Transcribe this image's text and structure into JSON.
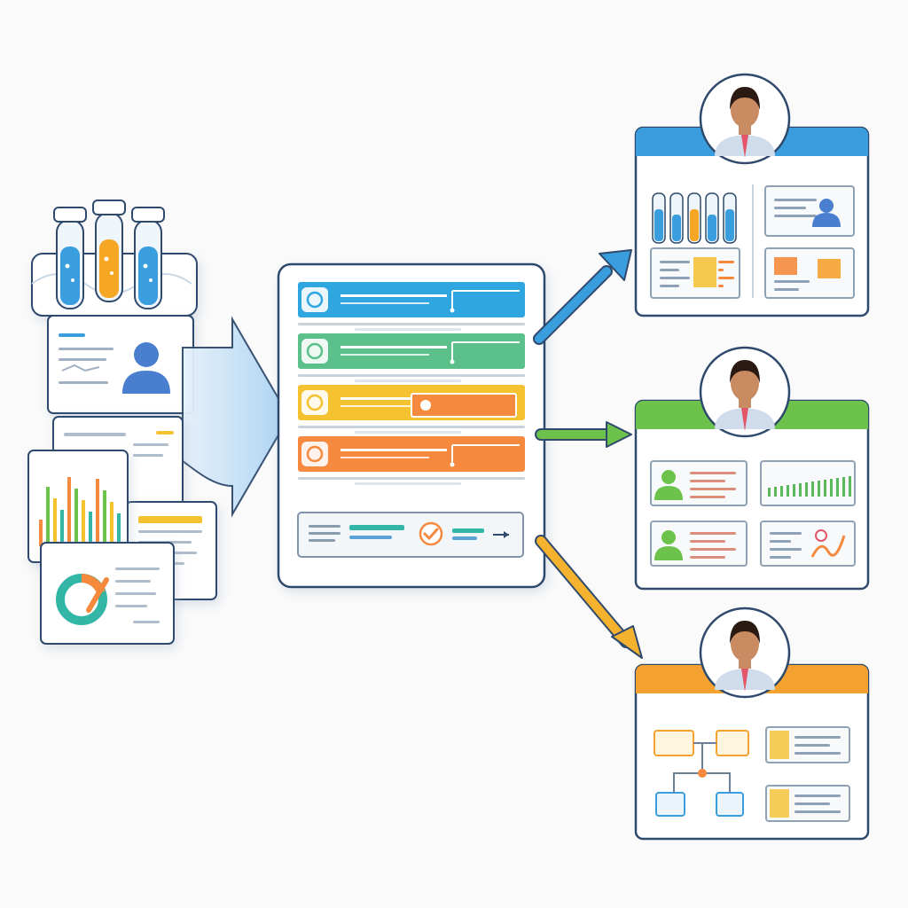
{
  "colors": {
    "background": "#fafafa",
    "blue": "#3a9ede",
    "green": "#6cc24a",
    "yellow": "#f4c12f",
    "orange": "#f5893d",
    "teal": "#33b6a6",
    "outline": "#2f4a6d",
    "panel_fill": "#ffffff",
    "light_blue": "#d9ebf8",
    "skin": "#c98b61",
    "hair": "#2a1a12",
    "shirt": "#cfdceb",
    "tie": "#e2556a"
  },
  "sources": {
    "test_tubes": [
      {
        "liquid": "#3a9ede"
      },
      {
        "liquid": "#f5a623"
      },
      {
        "liquid": "#3a9ede"
      }
    ],
    "cards": [
      "patient-profile-card",
      "bar-chart-report",
      "text-report",
      "progress-report"
    ]
  },
  "hub": {
    "rows": [
      {
        "color": "#2fa6e0",
        "style": "line"
      },
      {
        "color": "#5cc08a",
        "style": "line"
      },
      {
        "color": "#f4c12f",
        "style": "button"
      },
      {
        "color": "#f5893d",
        "style": "line"
      }
    ],
    "footer": {
      "has_check": true,
      "has_arrow": true
    }
  },
  "outputs": [
    {
      "header_color": "#3a9ede",
      "arrow_color": "#3a9ede",
      "variant": "lab-results"
    },
    {
      "header_color": "#6cc24a",
      "arrow_color": "#6cc24a",
      "variant": "team-profiles"
    },
    {
      "header_color": "#f4a12f",
      "arrow_color": "#f4b22f",
      "variant": "workflow-map"
    }
  ],
  "icons": [
    "test-tube-icon",
    "person-icon",
    "checkmark-icon",
    "arrow-icon",
    "avatar-icon",
    "chart-icon"
  ]
}
